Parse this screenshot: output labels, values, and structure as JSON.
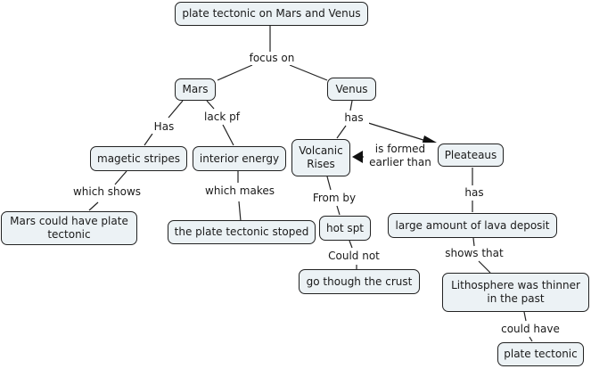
{
  "nodes": {
    "root": "plate tectonic on Mars and Venus",
    "mars": "Mars",
    "venus": "Venus",
    "magnetic_stripes": "magetic stripes",
    "interior_energy": "interior energy",
    "volcanic_rises": "Volcanic\nRises",
    "plateaus": "Pleateaus",
    "mars_could_have": "Mars could have plate\ntectonic",
    "plate_tectonic_stoped": "the plate tectonic stoped",
    "hot_spot": "hot spt",
    "lava_deposit": "large amount of lava deposit",
    "crust": "go though the crust",
    "lithosphere": "Lithosphere was thinner\nin the past",
    "plate_tectonic": "plate tectonic"
  },
  "links": {
    "focus_on": "focus on",
    "has_mars": "Has",
    "lack_pf": "lack pf",
    "has_venus": "has",
    "formed_earlier": "is formed\nearlier than",
    "which_shows": "which shows",
    "which_makes": "which makes",
    "from_by": "From by",
    "has_plateaus": "has",
    "could_not": "Could not",
    "shows_that": "shows that",
    "could_have": "could have"
  }
}
